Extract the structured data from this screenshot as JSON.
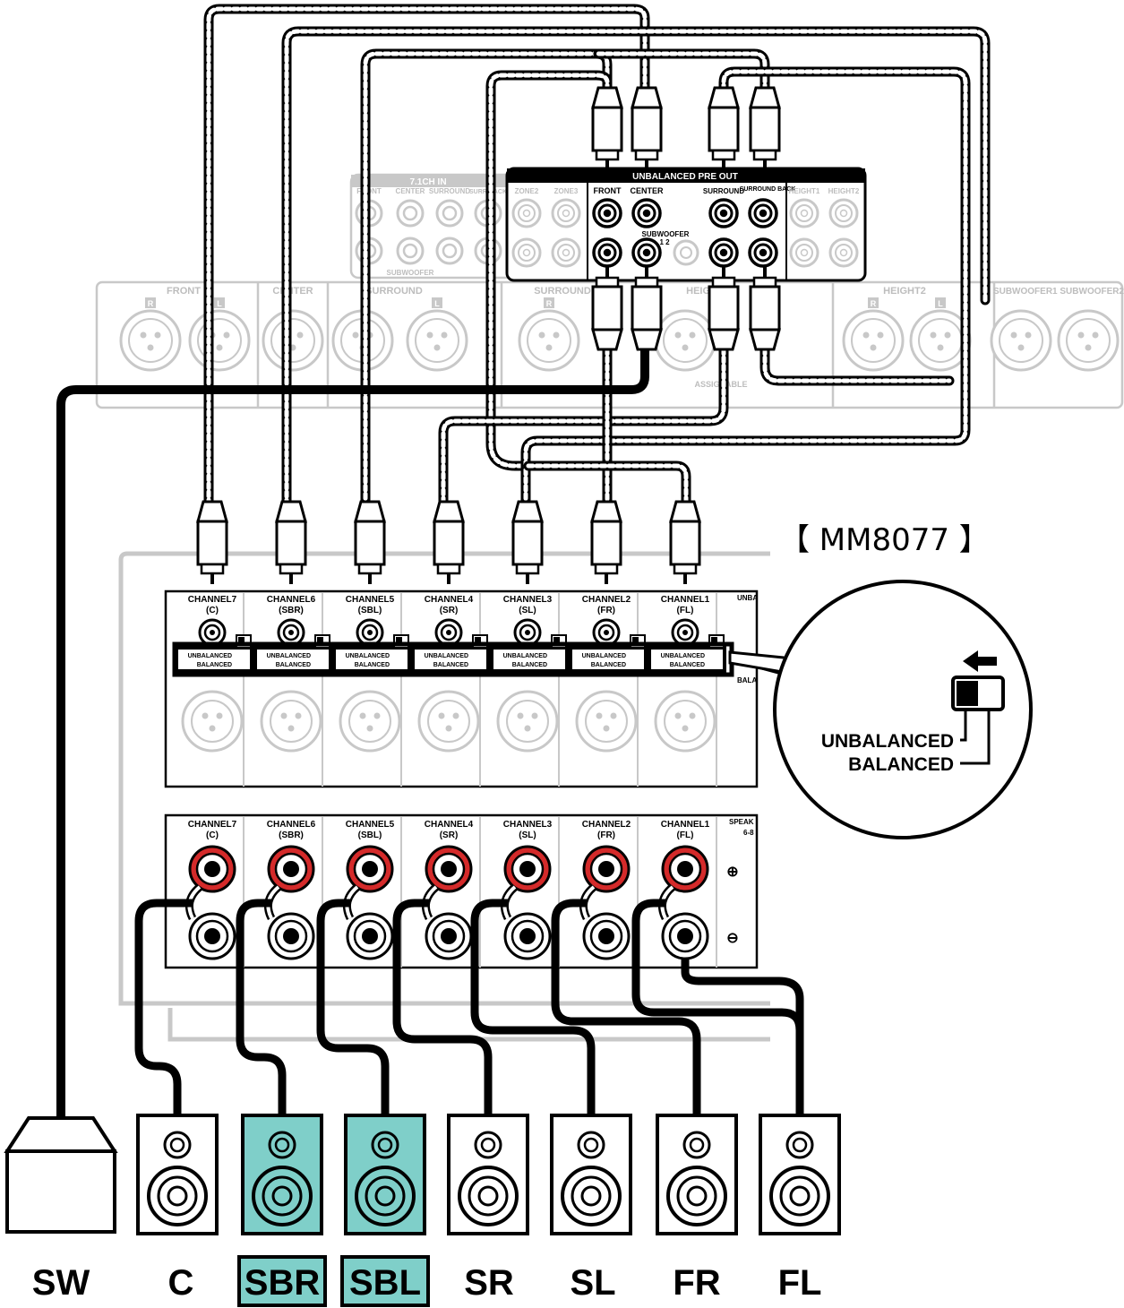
{
  "receiver": {
    "header": "UNBALANCED PRE OUT",
    "faint_header": "7.1CH IN",
    "preout_labels": [
      "ZONE2",
      "ZONE3",
      "FRONT",
      "CENTER",
      "SURROUND",
      "SURROUND BACK",
      "HEIGHT1",
      "HEIGHT2"
    ],
    "subwoofer_label": "SUBWOOFER",
    "subwoofer_numbers": "1  2",
    "in71_labels": [
      "FRONT",
      "CENTER",
      "SURROUND",
      "SURR BACK"
    ],
    "in71_sub_label": "SUBWOOFER",
    "xlr_labels": [
      "FRONT",
      "CENTER",
      "SURROUND",
      "SURROUND",
      "HEIGHT1",
      "HEIGHT2",
      "SUBWOOFER1 SUBWOOFER2"
    ],
    "xlr_rl": [
      "R",
      "L"
    ],
    "assignable": "ASSIGNABLE"
  },
  "amplifier": {
    "model": "【 MM8077 】",
    "channels": [
      {
        "name": "CHANNEL7",
        "sub": "(C)"
      },
      {
        "name": "CHANNEL6",
        "sub": "(SBR)"
      },
      {
        "name": "CHANNEL5",
        "sub": "(SBL)"
      },
      {
        "name": "CHANNEL4",
        "sub": "(SR)"
      },
      {
        "name": "CHANNEL3",
        "sub": "(SL)"
      },
      {
        "name": "CHANNEL2",
        "sub": "(FR)"
      },
      {
        "name": "CHANNEL1",
        "sub": "(FL)"
      }
    ],
    "switch_unbalanced": "UNBALANCED",
    "switch_balanced": "BALANCED",
    "edge_top": "UNBA",
    "edge_mid": "BALA",
    "speaker_edge_1": "SPEAK",
    "speaker_edge_2": "6-8",
    "plus": "⊕",
    "minus": "⊖"
  },
  "callout": {
    "unbalanced": "UNBALANCED",
    "balanced": "BALANCED"
  },
  "speakers": [
    {
      "label": "SW"
    },
    {
      "label": "C"
    },
    {
      "label": "SBR",
      "highlight": true
    },
    {
      "label": "SBL",
      "highlight": true
    },
    {
      "label": "SR"
    },
    {
      "label": "SL"
    },
    {
      "label": "FR"
    },
    {
      "label": "FL"
    }
  ],
  "colors": {
    "highlight": "#7fcfc9",
    "terminal_red": "#d42a2a",
    "faint": "#c8c8c8"
  }
}
